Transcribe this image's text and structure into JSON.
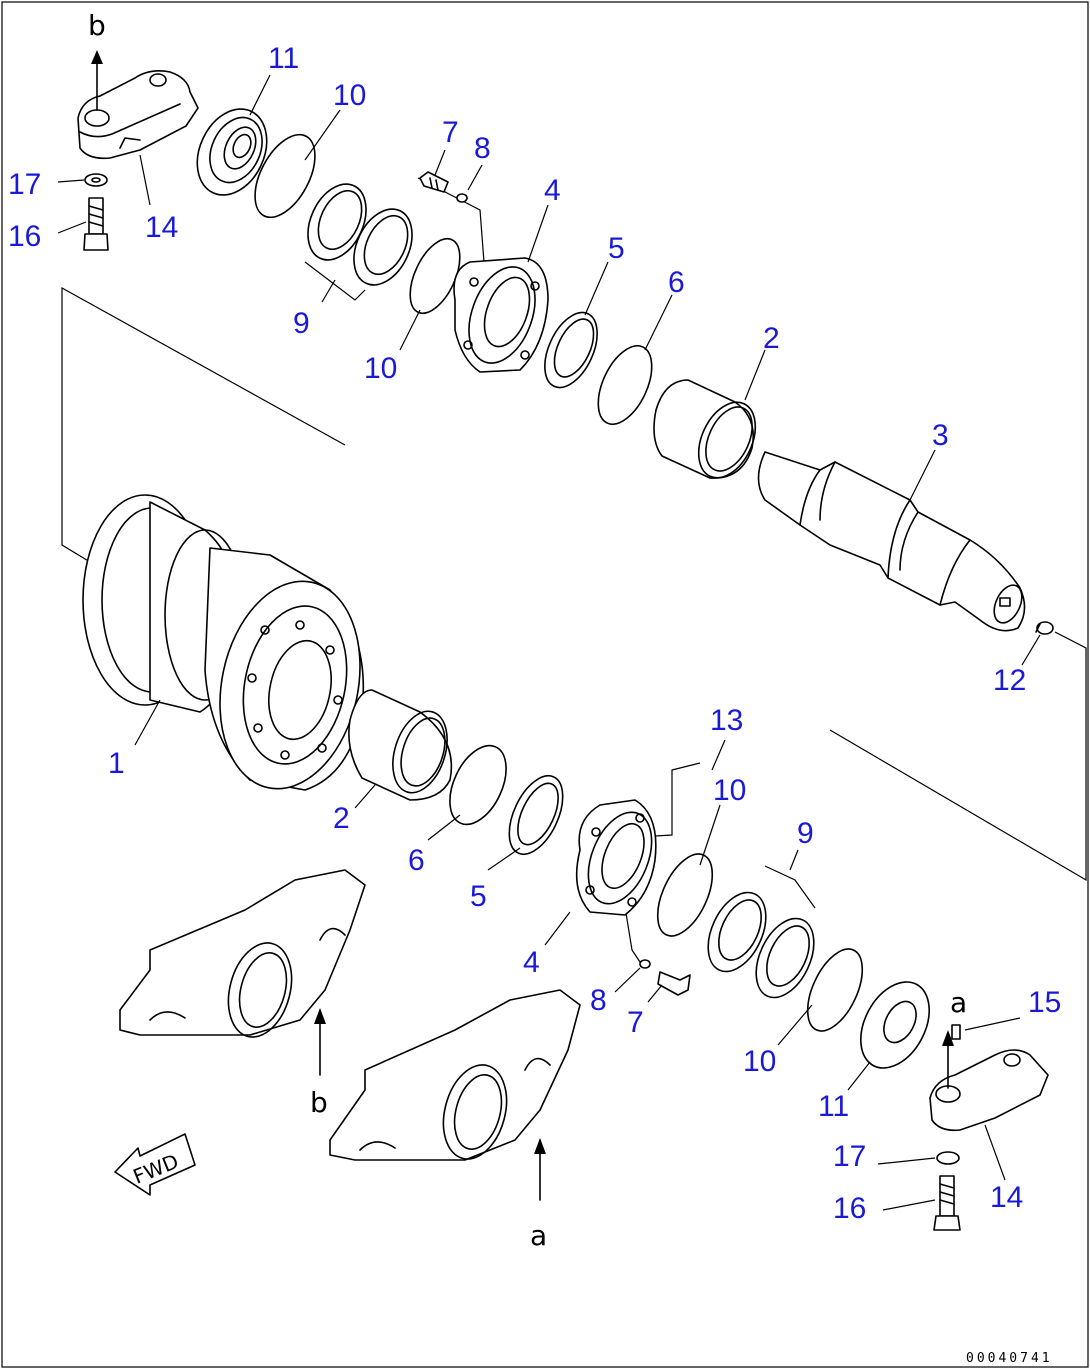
{
  "callouts": [
    {
      "id": "c11a",
      "label": "11"
    },
    {
      "id": "c10a",
      "label": "10"
    },
    {
      "id": "c7a",
      "label": "7"
    },
    {
      "id": "c8a",
      "label": "8"
    },
    {
      "id": "c4a",
      "label": "4"
    },
    {
      "id": "c17a",
      "label": "17"
    },
    {
      "id": "c16a",
      "label": "16"
    },
    {
      "id": "c14a",
      "label": "14"
    },
    {
      "id": "c9a",
      "label": "9"
    },
    {
      "id": "c10b",
      "label": "10"
    },
    {
      "id": "c5a",
      "label": "5"
    },
    {
      "id": "c6a",
      "label": "6"
    },
    {
      "id": "c2a",
      "label": "2"
    },
    {
      "id": "c3",
      "label": "3"
    },
    {
      "id": "c12",
      "label": "12"
    },
    {
      "id": "c1",
      "label": "1"
    },
    {
      "id": "c2b",
      "label": "2"
    },
    {
      "id": "c13",
      "label": "13"
    },
    {
      "id": "c10c",
      "label": "10"
    },
    {
      "id": "c9b",
      "label": "9"
    },
    {
      "id": "c6b",
      "label": "6"
    },
    {
      "id": "c5b",
      "label": "5"
    },
    {
      "id": "c4b",
      "label": "4"
    },
    {
      "id": "c8b",
      "label": "8"
    },
    {
      "id": "c7b",
      "label": "7"
    },
    {
      "id": "c10d",
      "label": "10"
    },
    {
      "id": "c11b",
      "label": "11"
    },
    {
      "id": "c15",
      "label": "15"
    },
    {
      "id": "c17b",
      "label": "17"
    },
    {
      "id": "c16b",
      "label": "16"
    },
    {
      "id": "c14b",
      "label": "14"
    }
  ],
  "refs": {
    "b_top": "b",
    "b_bottom": "b",
    "a_right": "a",
    "a_bottom": "a"
  },
  "fwd_label": "FWD",
  "drawing_code": "00040741"
}
